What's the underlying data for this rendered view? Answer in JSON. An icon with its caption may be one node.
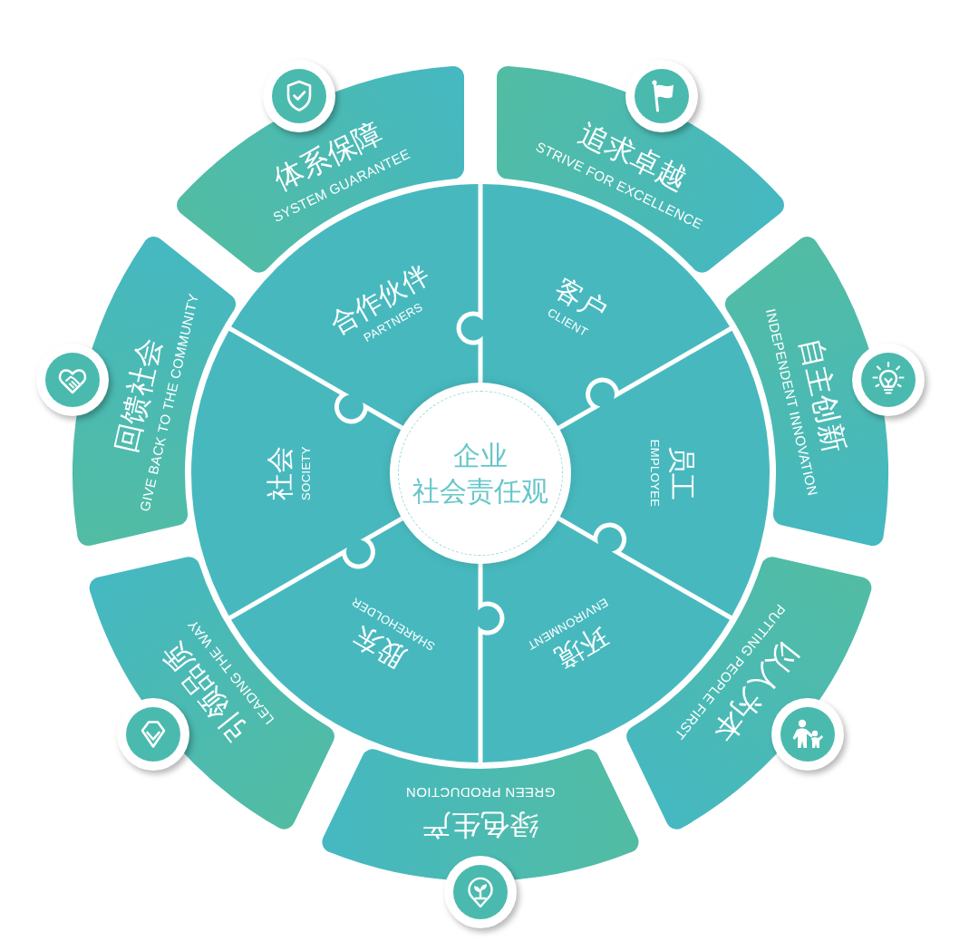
{
  "diagram": {
    "nodes": [
      {
        "text": [
          "企业社会责任观"
        ]
      },
      {
        "text": [
          "合作伙伴",
          "PARTNERS"
        ]
      },
      {
        "text": [
          "客户",
          "CLIENT"
        ]
      },
      {
        "text": [
          "员工",
          "EMPLOYEE"
        ]
      },
      {
        "text": [
          "环境",
          "ENVIRONMENT"
        ]
      },
      {
        "text": [
          "股东",
          "SHAREHOLDER"
        ]
      },
      {
        "text": [
          "社会",
          "SOCIETY"
        ]
      },
      {
        "text": [
          "体系保障",
          "SYSTEM GUARANTEE"
        ]
      },
      {
        "text": [
          "追求卓越",
          "STRIVE FOR EXCELLENCE"
        ]
      },
      {
        "text": [
          "自主创新",
          "INDEPENDENT INNOVATION"
        ]
      },
      {
        "text": [
          "以人为本",
          "PUTTING PEOPLE FIRST"
        ]
      },
      {
        "text": [
          "绿色生产",
          "GREEN PRODUCTION"
        ]
      },
      {
        "text": [
          "引领品质",
          "LEADING THE WAY"
        ]
      },
      {
        "text": [
          "回馈社会",
          "GIVE BACK TO THE COMMUNITY"
        ]
      }
    ]
  }
}
